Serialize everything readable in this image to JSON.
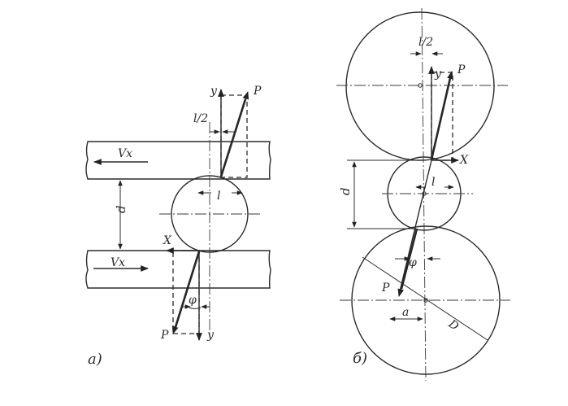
{
  "figure_a": {
    "caption": "а)",
    "label_vx_top": "Vx",
    "label_vx_bottom": "Vx",
    "label_y_top": "y",
    "label_p_top": "P",
    "label_l2": "l/2",
    "label_l": "l",
    "label_d": "d",
    "label_x": "X",
    "label_phi": "φ",
    "label_p_bottom": "P",
    "label_y_bottom": "y"
  },
  "figure_b": {
    "caption": "б)",
    "label_l2": "l/2",
    "label_y": "y",
    "label_p_top": "P",
    "label_x": "X",
    "label_l": "l",
    "label_d": "d",
    "label_phi": "φ",
    "label_p_bottom": "P",
    "label_a": "a",
    "label_D": "D"
  }
}
